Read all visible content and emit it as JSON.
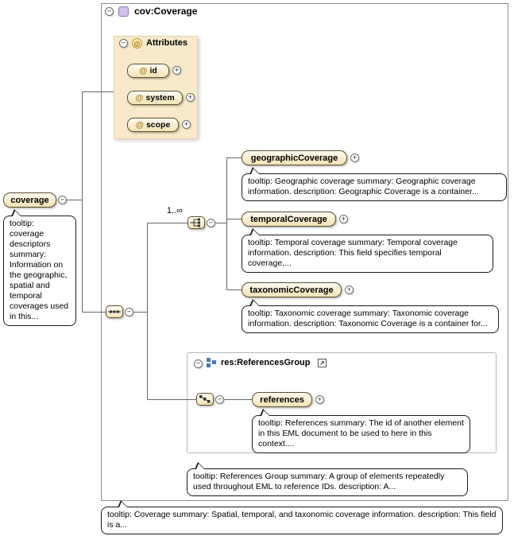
{
  "root": {
    "title": "cov:Coverage",
    "tooltip": "tooltip: Coverage summary: Spatial, temporal, and taxonomic coverage information. description: This field is a..."
  },
  "attributes": {
    "header": "Attributes",
    "prefix": "@",
    "items": [
      {
        "name": "id"
      },
      {
        "name": "system"
      },
      {
        "name": "scope"
      }
    ]
  },
  "coverage": {
    "label": "coverage",
    "tooltip": "tooltip: coverage descriptors summary: Information on the geographic, spatial and temporal coverages used in this..."
  },
  "choice": {
    "cardinality": "1..∞"
  },
  "elements": [
    {
      "label": "geographicCoverage",
      "tooltip": "tooltip: Geographic coverage summary: Geographic coverage information. description: Geographic Coverage is a container..."
    },
    {
      "label": "temporalCoverage",
      "tooltip": "tooltip: Temporal coverage summary: Temporal coverage information. description: This field specifies temporal coverage,..."
    },
    {
      "label": "taxonomicCoverage",
      "tooltip": "tooltip: Taxonomic coverage summary: Taxonomic coverage information. description: Taxonomic Coverage is a container for..."
    }
  ],
  "references_group": {
    "title": "res:ReferencesGroup",
    "element": {
      "label": "references",
      "tooltip": "tooltip: References summary: The id of another element in this EML document to be used to here in this context...."
    },
    "tooltip": "tooltip: References Group summary: A group of elements repeatedly used throughout EML to reference IDs. description: A..."
  },
  "icons": {
    "collapse": "−",
    "expand": "+",
    "link_arrow": "↗"
  },
  "palette": {
    "element_fill": "#F8ECCA",
    "element_border": "#595130",
    "attributes_fill": "#F7E9CA",
    "complextype_icon_purple": "#CFC2EA",
    "group_icon_blue": "#4A7ABF",
    "attribute_at_gold": "#A97D1C"
  }
}
